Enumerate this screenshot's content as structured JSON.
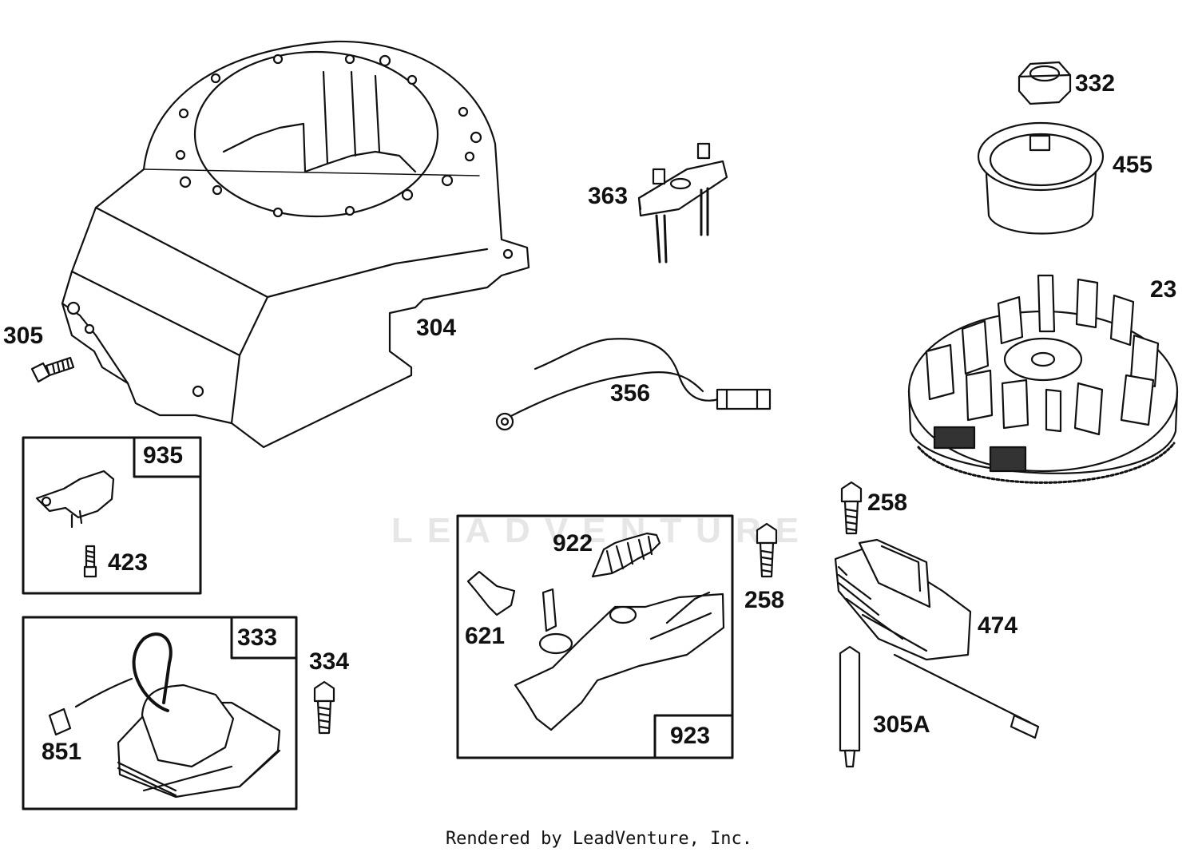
{
  "diagram": {
    "labels": {
      "p305": "305",
      "p304": "304",
      "p363": "363",
      "p356": "356",
      "p332": "332",
      "p455": "455",
      "p23": "23",
      "p935": "935",
      "p423": "423",
      "p922": "922",
      "p621": "621",
      "p923": "923",
      "p258a": "258",
      "p258b": "258",
      "p474": "474",
      "p305A": "305A",
      "p333": "333",
      "p334": "334",
      "p851": "851"
    }
  },
  "watermark": "LEADVENTURE",
  "footer": "Rendered by LeadVenture, Inc."
}
